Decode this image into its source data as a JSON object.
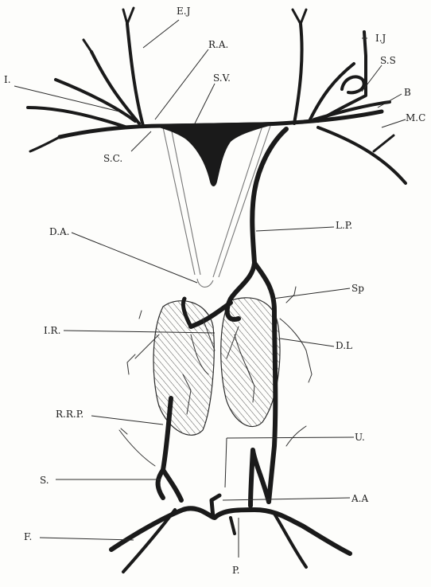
{
  "diagram": {
    "labels": {
      "ej": "E.J",
      "ra": "R.A.",
      "sv": "S.V.",
      "ij": "I.J",
      "ss": "S.S",
      "i": "I.",
      "b": "B",
      "mc": "M.C",
      "sc": "S.C.",
      "lp": "L.P.",
      "da": "D.A.",
      "sp": "Sp",
      "ir": "I.R.",
      "dl": "D.L",
      "rrp": "R.R.P.",
      "u": "U.",
      "s": "S.",
      "aa": "A.A",
      "f": "F.",
      "p": "P."
    }
  }
}
